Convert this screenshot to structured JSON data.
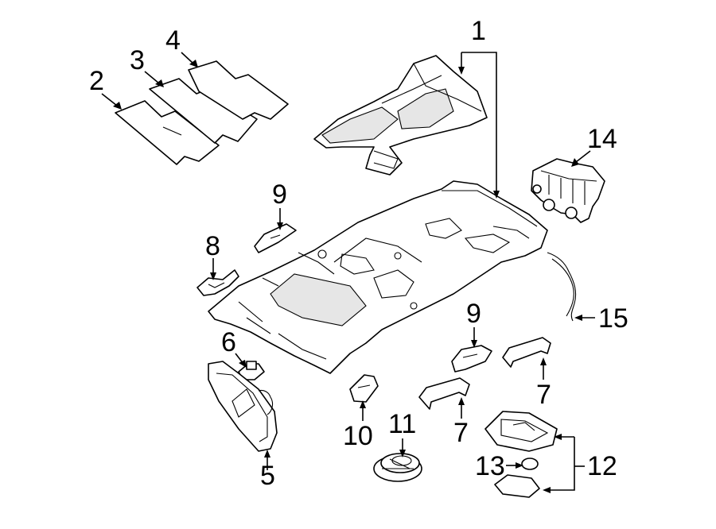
{
  "callouts": {
    "c1": "1",
    "c2": "2",
    "c3": "3",
    "c4": "4",
    "c5": "5",
    "c6": "6",
    "c7a": "7",
    "c7b": "7",
    "c8": "8",
    "c9a": "9",
    "c9b": "9",
    "c10": "10",
    "c11": "11",
    "c12": "12",
    "c13": "13",
    "c14": "14",
    "c15": "15"
  }
}
